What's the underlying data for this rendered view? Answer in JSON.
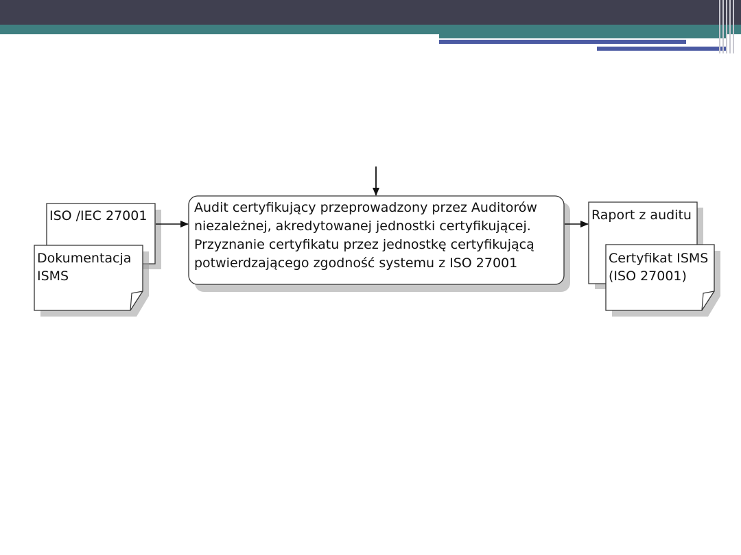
{
  "header": {
    "colors": {
      "dark": "#404050",
      "teal": "#3f7f80",
      "blue": "#4b5aa3"
    }
  },
  "diagram": {
    "nodes": [
      {
        "id": "iso",
        "kind": "document",
        "lines": [
          "ISO /IEC 27001"
        ]
      },
      {
        "id": "docs",
        "kind": "document",
        "lines": [
          "Dokumentacja",
          "ISMS"
        ]
      },
      {
        "id": "audit",
        "kind": "process",
        "lines": [
          "Audit certyfikujący przeprowadzony przez Auditorów",
          "niezależnej, akredytowanej jednostki certyfikującej.",
          "Przyznanie certyfikatu przez jednostkę certyfikującą",
          "potwierdzającego zgodność systemu z ISO 27001"
        ]
      },
      {
        "id": "report",
        "kind": "document",
        "lines": [
          "Raport z auditu"
        ]
      },
      {
        "id": "cert",
        "kind": "document",
        "lines": [
          "Certyfikat ISMS",
          "(ISO 27001)"
        ]
      }
    ],
    "edges": [
      {
        "from": "top",
        "to": "audit"
      },
      {
        "from": "inputs",
        "to": "audit"
      },
      {
        "from": "audit",
        "to": "outputs"
      }
    ]
  }
}
